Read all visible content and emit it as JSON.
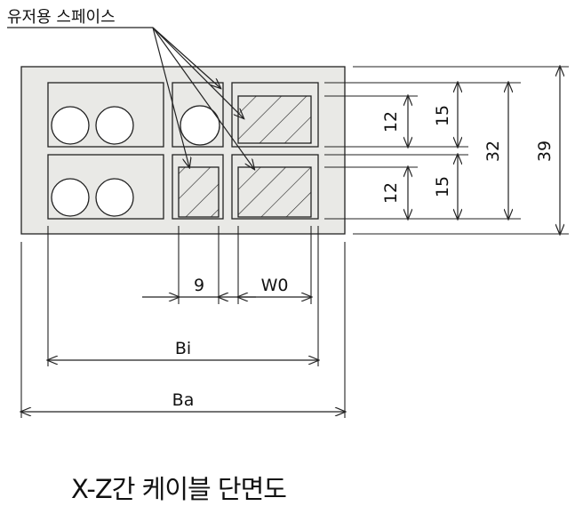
{
  "callout_label": "유저용 스페이스",
  "dimensions": {
    "col_width_9": "9",
    "col_width_w0": "W0",
    "inner_width": "Bi",
    "outer_width": "Ba",
    "duct_h_top": "12",
    "cable_h_top": "15",
    "duct_h_bottom": "12",
    "cable_h_bottom": "15",
    "inner_height": "32",
    "outer_height": "39"
  },
  "caption": "X-Z간 케이블 단면도"
}
